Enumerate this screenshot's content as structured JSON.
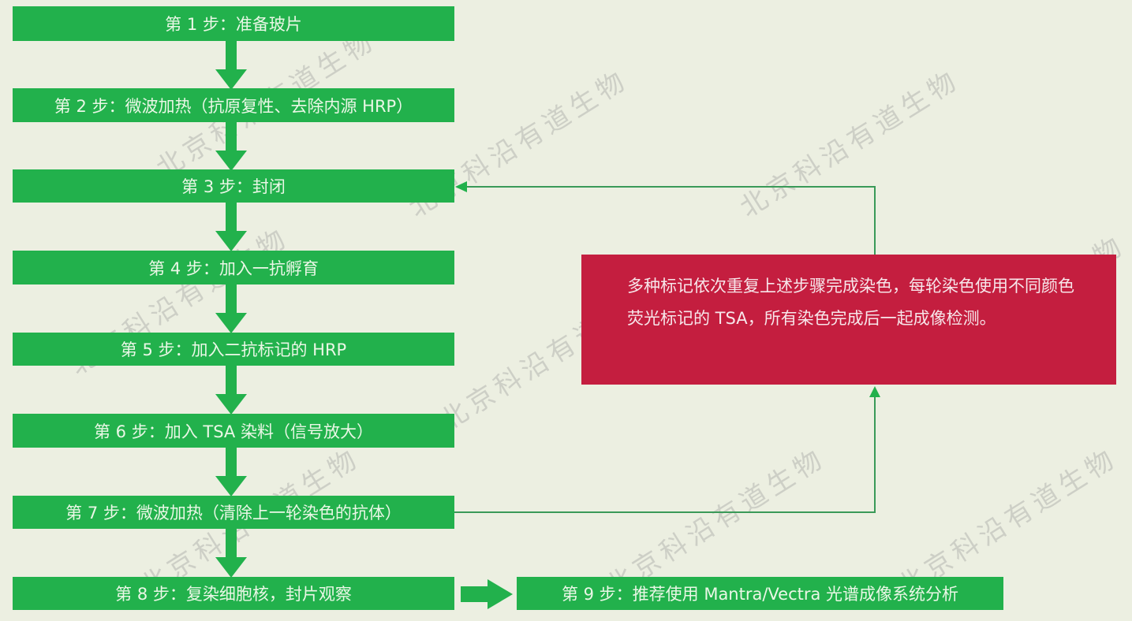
{
  "colors": {
    "background": "#ecefe1",
    "step_fill": "#22b14c",
    "note_fill": "#c41e3f",
    "connector": "#3a9a58"
  },
  "steps": [
    {
      "label": "第 1 步：准备玻片"
    },
    {
      "label": "第 2 步：微波加热（抗原复性、去除内源 HRP）"
    },
    {
      "label": "第 3 步：封闭"
    },
    {
      "label": "第 4 步：加入一抗孵育"
    },
    {
      "label": "第 5 步：加入二抗标记的 HRP"
    },
    {
      "label": "第 6 步：加入 TSA 染料（信号放大）"
    },
    {
      "label": "第 7 步：微波加热（清除上一轮染色的抗体）"
    },
    {
      "label": "第 8 步：复染细胞核，封片观察"
    },
    {
      "label": "第 9 步：推荐使用 Mantra/Vectra 光谱成像系统分析"
    }
  ],
  "note": {
    "text": "多种标记依次重复上述步骤完成染色，每轮染色使用不同颜色荧光标记的 TSA，所有染色完成后一起成像检测。"
  },
  "watermark": {
    "text": "北京科沿有道生物"
  }
}
